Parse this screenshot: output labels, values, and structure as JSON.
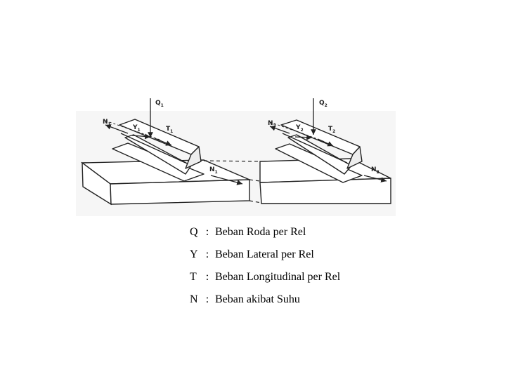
{
  "diagram": {
    "labels": {
      "Q1": {
        "main": "Q",
        "sub": "1"
      },
      "Q2": {
        "main": "Q",
        "sub": "2"
      },
      "N1_top": {
        "main": "N",
        "sub": "1"
      },
      "Y1": {
        "main": "Y",
        "sub": "1"
      },
      "T1": {
        "main": "T",
        "sub": "1"
      },
      "N1_side": {
        "main": "N",
        "sub": "1"
      },
      "N2_top": {
        "main": "N",
        "sub": "2"
      },
      "Y2": {
        "main": "Y",
        "sub": "2"
      },
      "T2": {
        "main": "T",
        "sub": "2"
      },
      "N2_side": {
        "main": "N",
        "sub": "2"
      }
    }
  },
  "legend": [
    {
      "symbol": "Q",
      "sep": ":",
      "text": "Beban Roda per Rel"
    },
    {
      "symbol": "Y",
      "sep": ":",
      "text": "Beban Lateral per Rel"
    },
    {
      "symbol": "T",
      "sep": ":",
      "text": "Beban Longitudinal per Rel"
    },
    {
      "symbol": "N",
      "sep": ":",
      "text": "Beban akibat Suhu"
    }
  ]
}
